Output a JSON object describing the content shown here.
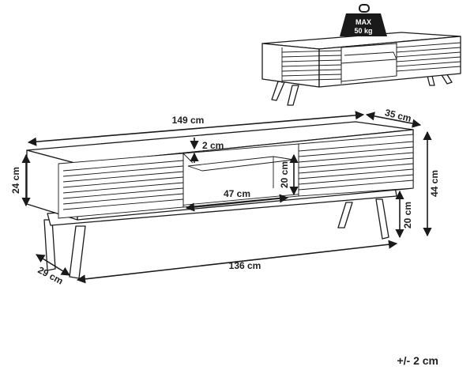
{
  "dimensions": {
    "width": "149 cm",
    "depth": "35 cm",
    "side_depth": "29 cm",
    "body_height": "24 cm",
    "total_height": "44 cm",
    "leg_height": "20 cm",
    "shelf_gap": "2 cm",
    "opening_height": "20 cm",
    "opening_width": "47 cm",
    "leg_span": "136 cm"
  },
  "weight_badge": {
    "line1": "MAX",
    "line2": "50 kg"
  },
  "tolerance": "+/- 2 cm"
}
